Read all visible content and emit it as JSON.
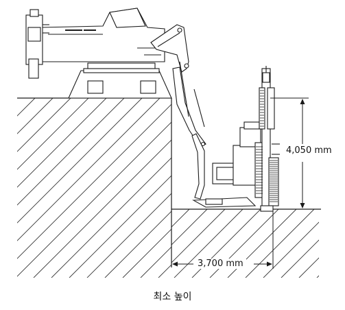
{
  "dimensions": {
    "height_label": "4,050 mm",
    "reach_label": "3,700 mm"
  },
  "caption": "최소 높이",
  "colors": {
    "line": "#1a1a1a",
    "background": "#ffffff"
  }
}
